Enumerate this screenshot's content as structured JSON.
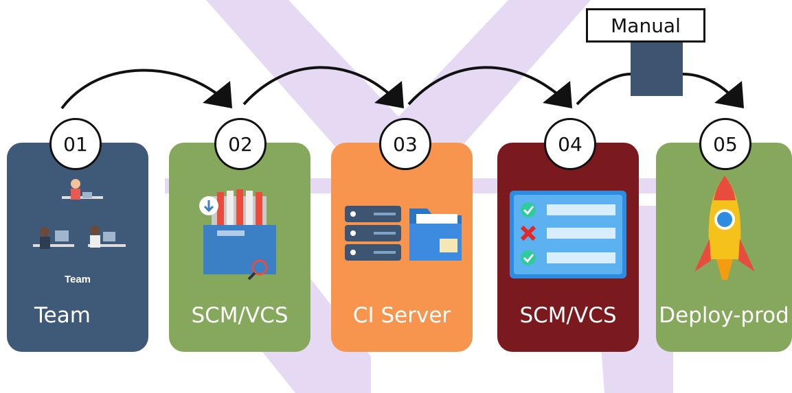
{
  "steps": [
    {
      "num": "01",
      "label": "Team",
      "icon_caption": "Team",
      "color": "#3f5a78",
      "icon": "team-illustration-icon"
    },
    {
      "num": "02",
      "label": "SCM/VCS",
      "color": "#86a85c",
      "icon": "file-cabinet-icon"
    },
    {
      "num": "03",
      "label": "CI Server",
      "color": "#f7954f",
      "icon": "server-folder-icon"
    },
    {
      "num": "04",
      "label": "SCM/VCS",
      "color": "#7a1a1f",
      "icon": "checklist-icon"
    },
    {
      "num": "05",
      "label": "Deploy-prod",
      "color": "#86a85c",
      "icon": "rocket-icon"
    }
  ],
  "manual": {
    "label": "Manual",
    "gate_color": "#3d5570"
  },
  "watermark_color": "#cdb5e6"
}
